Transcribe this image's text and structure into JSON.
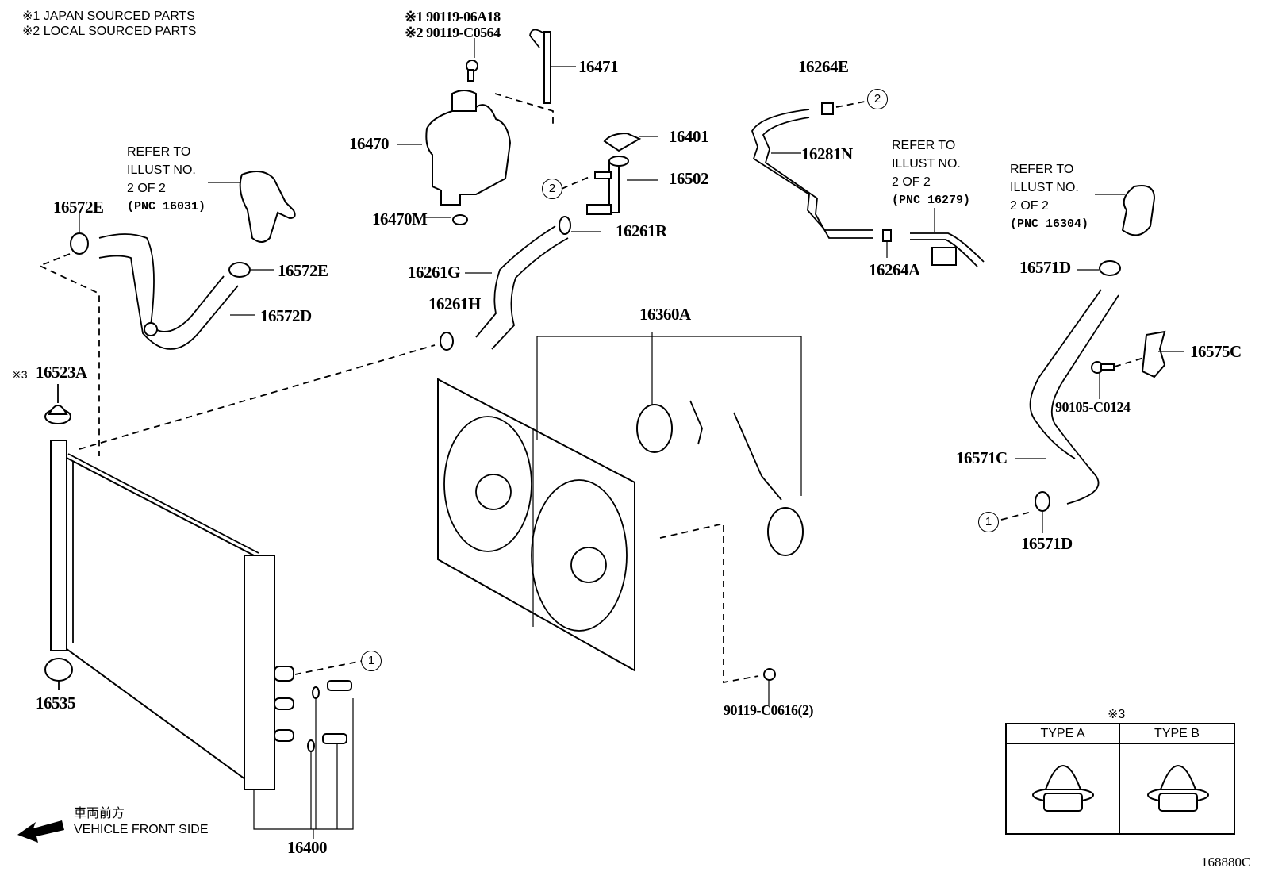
{
  "legend": {
    "line1": "※1 JAPAN SOURCED PARTS",
    "line2": "※2 LOCAL SOURCED PARTS"
  },
  "bolt_callout": {
    "line1": "※1 90119-06A18",
    "line2": "※2 90119-C0564"
  },
  "parts": {
    "p16471": "16471",
    "p16470": "16470",
    "p16470M": "16470M",
    "p16401": "16401",
    "p16502": "16502",
    "p16261R": "16261R",
    "p16261G": "16261G",
    "p16261H": "16261H",
    "p16264E": "16264E",
    "p16281N": "16281N",
    "p16264A": "16264A",
    "p16572E_left": "16572E",
    "p16572E_right": "16572E",
    "p16572D": "16572D",
    "p16523A": "16523A",
    "p16523A_mark": "※3",
    "p16535": "16535",
    "p16400": "16400",
    "p16360A": "16360A",
    "p90119C0616": "90119-C0616(2)",
    "p16571D_top": "16571D",
    "p16571D_bottom": "16571D",
    "p16575C": "16575C",
    "p90105C0124": "90105-C0124",
    "p16571C": "16571C"
  },
  "refer_notes": {
    "n16031": {
      "l1": "REFER TO",
      "l2": "ILLUST NO.",
      "l3": "2 OF 2",
      "l4": "(PNC 16031)"
    },
    "n16279": {
      "l1": "REFER TO",
      "l2": "ILLUST NO.",
      "l3": "2 OF 2",
      "l4": "(PNC 16279)"
    },
    "n16304": {
      "l1": "REFER TO",
      "l2": "ILLUST NO.",
      "l3": "2 OF 2",
      "l4": "(PNC 16304)"
    }
  },
  "connection_markers": {
    "radiator_outlet": "1",
    "lower_hose_end": "1",
    "reservoir_outlet": "2",
    "upper_hose_clip": "2"
  },
  "type_table": {
    "mark": "※3",
    "col_a": "TYPE A",
    "col_b": "TYPE B"
  },
  "front_indicator": {
    "jp": "車両前方",
    "en": "VEHICLE FRONT SIDE",
    "icon": "arrow-left-icon"
  },
  "figure_number": "168880C"
}
